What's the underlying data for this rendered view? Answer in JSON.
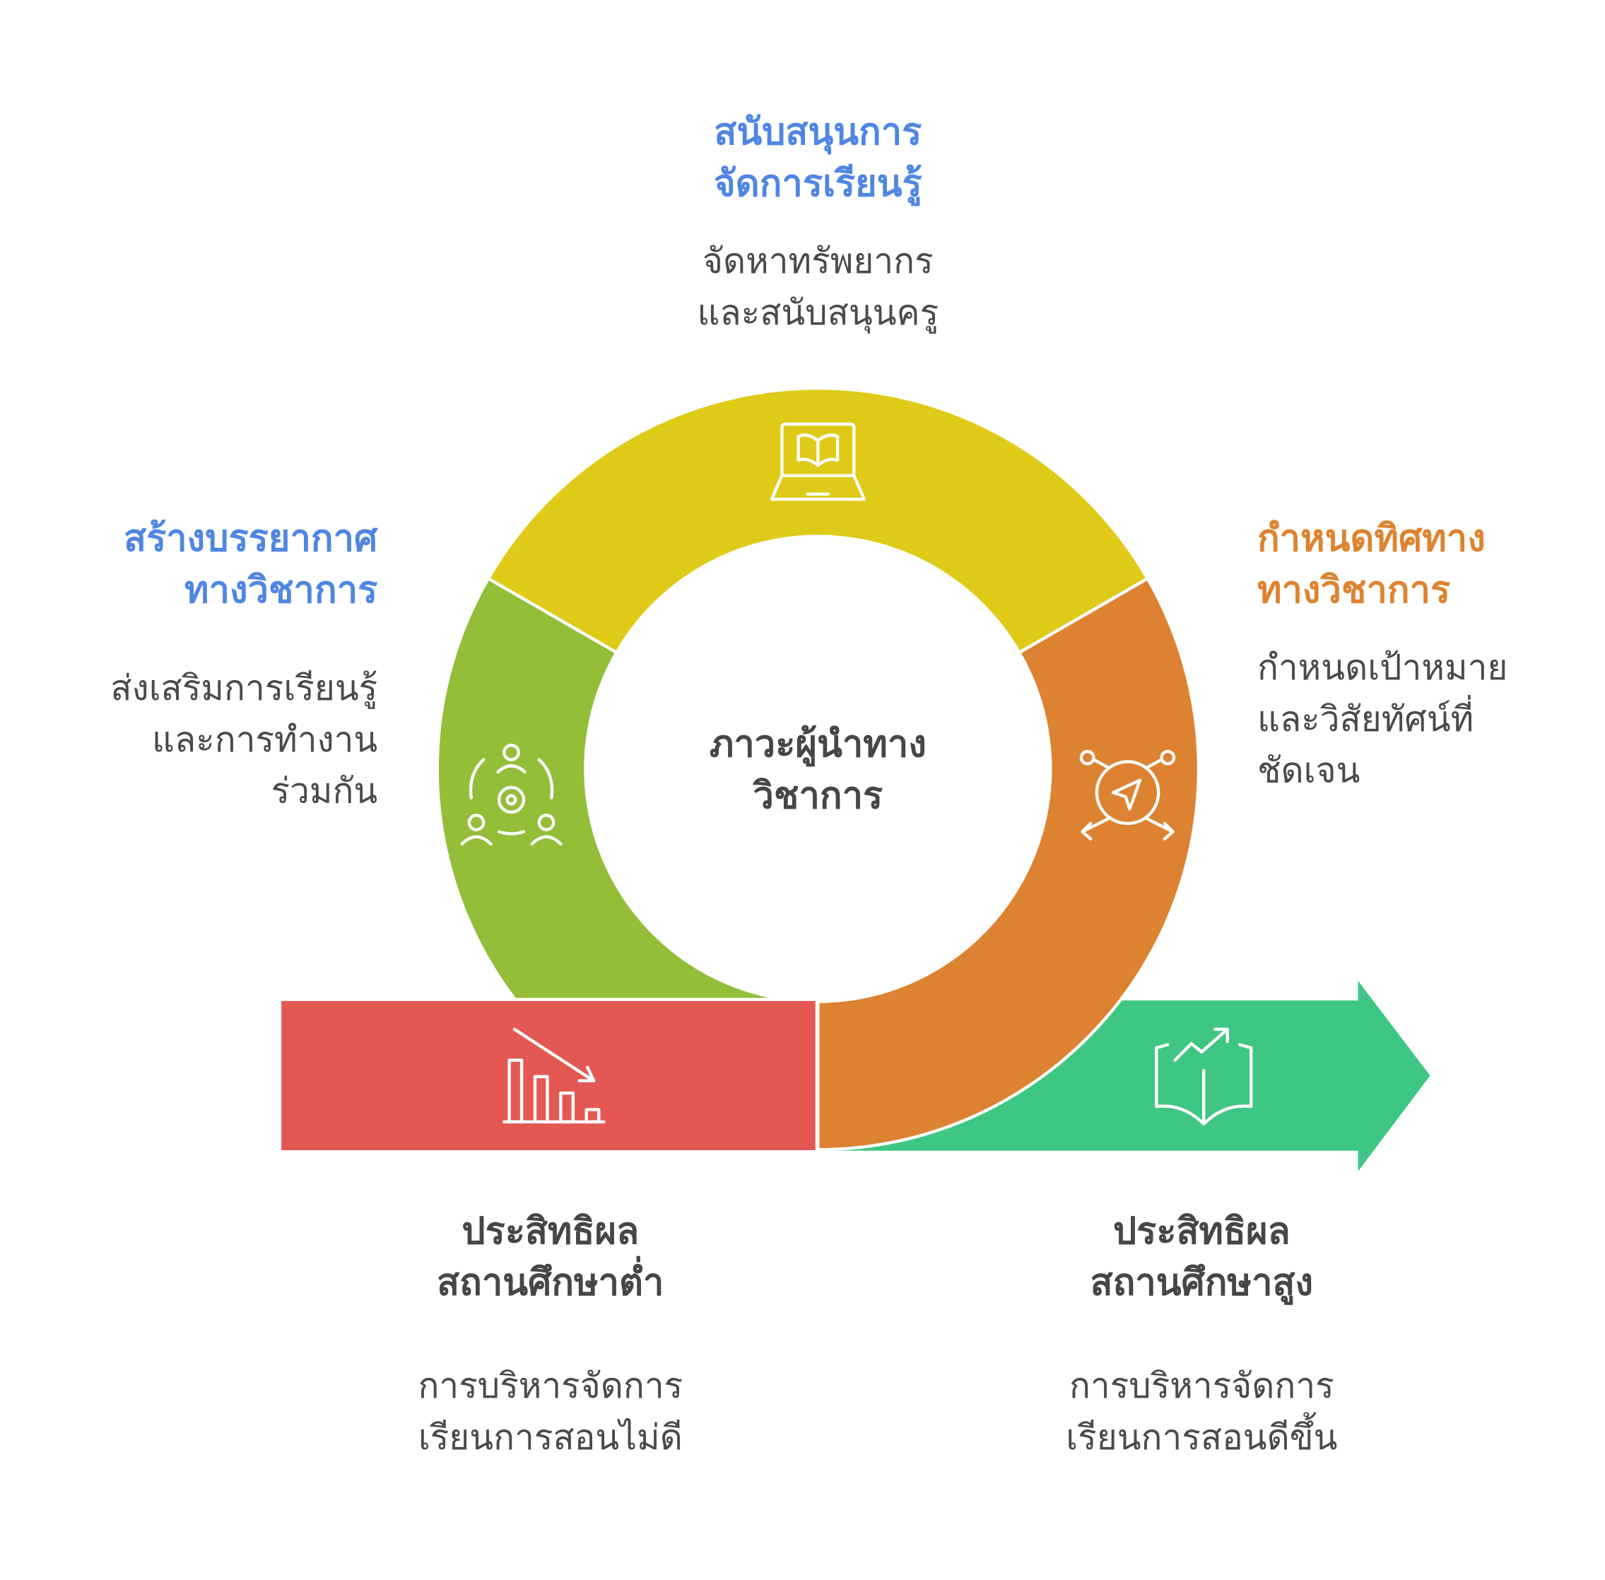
{
  "center": {
    "line1": "ภาวะผู้นำทาง",
    "line2": "วิชาการ"
  },
  "top": {
    "title1": "สนับสนุนการ",
    "title2": "จัดการเรียนรู้",
    "body1": "จัดหาทรัพยากร",
    "body2": "และสนับสนุนครู",
    "icon": "laptop-book-icon"
  },
  "left": {
    "title1": "สร้างบรรยากาศ",
    "title2": "ทางวิชาการ",
    "body1": "ส่งเสริมการเรียนรู้",
    "body2": "และการทำงาน",
    "body3": "ร่วมกัน",
    "icon": "team-gear-icon"
  },
  "right": {
    "title1": "กำหนดทิศทาง",
    "title2": "ทางวิชาการ",
    "body1": "กำหนดเป้าหมาย",
    "body2": "และวิสัยทัศน์ที่",
    "body3": "ชัดเจน",
    "icon": "compass-arrows-icon"
  },
  "low": {
    "title1": "ประสิทธิผล",
    "title2": "สถานศึกษาต่ำ",
    "body1": "การบริหารจัดการ",
    "body2": "เรียนการสอนไม่ดี",
    "icon": "chart-decline-icon"
  },
  "high": {
    "title1": "ประสิทธิผล",
    "title2": "สถานศึกษาสูง",
    "body1": "การบริหารจัดการ",
    "body2": "เรียนการสอนดีขึ้น",
    "icon": "book-growth-icon"
  },
  "colors": {
    "yellow": "#dfcb17",
    "orange": "#dd8230",
    "green": "#94bd38",
    "red": "#e45853",
    "arrow": "#3ec684",
    "blue_text": "#4f86e4"
  }
}
